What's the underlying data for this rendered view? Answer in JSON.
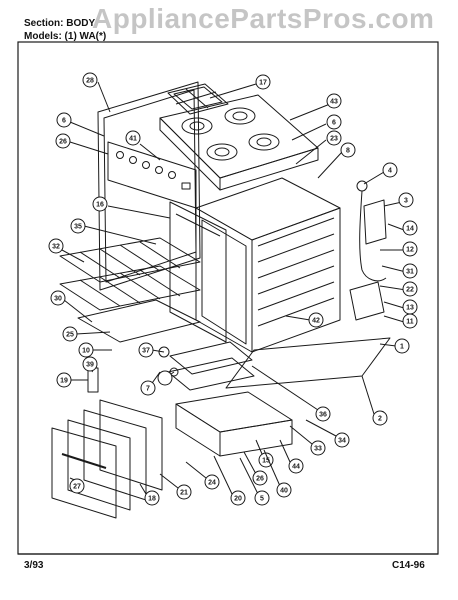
{
  "header": {
    "section_label": "Section: BODY",
    "models_label": "Models: (1) WA(*)"
  },
  "watermark": "AppliancePartsPros.com",
  "footer": {
    "date": "3/93",
    "code": "C14-96"
  },
  "callouts": [
    "28",
    "17",
    "43",
    "6",
    "26",
    "41",
    "6",
    "23",
    "8",
    "4",
    "3",
    "16",
    "14",
    "35",
    "12",
    "32",
    "31",
    "22",
    "13",
    "30",
    "11",
    "25",
    "42",
    "1",
    "10",
    "37",
    "39",
    "7",
    "36",
    "19",
    "2",
    "34",
    "33",
    "44",
    "15",
    "26",
    "27",
    "18",
    "21",
    "24",
    "20",
    "5",
    "40"
  ],
  "colors": {
    "ink": "#1a1a1a",
    "paper": "#ffffff",
    "watermark": "#9a9a9a"
  }
}
